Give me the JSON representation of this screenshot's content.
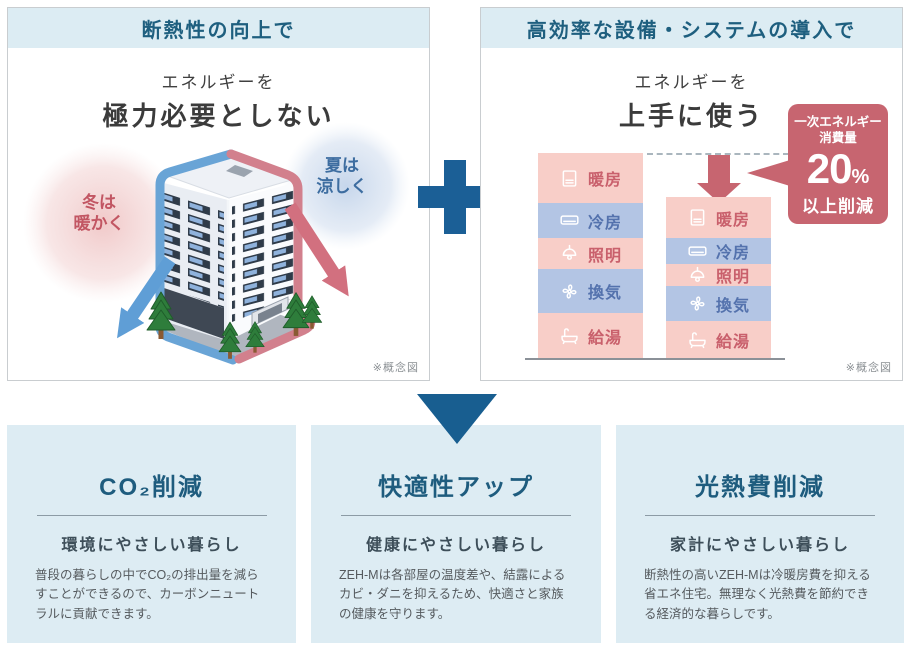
{
  "colors": {
    "accent_blue": "#1b5f96",
    "header_band_bg": "#dcecf3",
    "header_text": "#1e5f7f",
    "card_bg": "#ddecf3",
    "card_title": "#1e5c7e",
    "rose": "#c76570",
    "segment_pink": "#f8cec8",
    "segment_blue": "#b3c5e4",
    "segment_pink_text": "#c9606c",
    "segment_blue_text": "#5472ad",
    "winter_red": "#c25663",
    "summer_blue": "#3d6da0",
    "building_blue_outline": "#69a4d6",
    "building_red_outline": "#d2808d"
  },
  "top_left_panel": {
    "header": "断熱性の向上で",
    "subtitle_line1": "エネルギーを",
    "subtitle_line2": "極力必要としない",
    "winter": {
      "line1": "冬は",
      "line2": "暖かく"
    },
    "summer": {
      "line1": "夏は",
      "line2": "涼しく"
    },
    "note": "※概念図"
  },
  "top_right_panel": {
    "header": "高効率な設備・システムの導入で",
    "subtitle_line1": "エネルギーを",
    "subtitle_line2": "上手に使う",
    "note": "※概念図"
  },
  "chart_data": {
    "type": "bar",
    "stacked": true,
    "categories": [
      "暖房",
      "冷房",
      "照明",
      "換気",
      "給湯"
    ],
    "series": [
      {
        "name": "left-bar-before",
        "values": [
          50,
          35,
          31,
          44,
          45
        ]
      },
      {
        "name": "right-bar-after",
        "values": [
          41,
          26,
          22,
          35,
          37
        ]
      }
    ],
    "value_unit": "relative_height",
    "segment_colors": [
      "pink",
      "blue",
      "pink",
      "blue",
      "pink"
    ],
    "icons": [
      "heater-icon",
      "ac-icon",
      "light-icon",
      "fan-icon",
      "bath-icon"
    ],
    "annotation": {
      "line1": "一次エネルギー",
      "line2": "消費量",
      "value": "20",
      "unit": "%",
      "suffix": "以上削減"
    }
  },
  "benefit_cards": [
    {
      "title": "CO₂削減",
      "subtitle": "環境にやさしい暮らし",
      "body": "普段の暮らしの中でCO₂の排出量を減らすことができるので、カーボンニュートラルに貢献できます。"
    },
    {
      "title": "快適性アップ",
      "subtitle": "健康にやさしい暮らし",
      "body": "ZEH-Mは各部屋の温度差や、結露によるカビ・ダニを抑えるため、快適さと家族の健康を守ります。"
    },
    {
      "title": "光熱費削減",
      "subtitle": "家計にやさしい暮らし",
      "body": "断熱性の高いZEH-Mは冷暖房費を抑える省エネ住宅。無理なく光熱費を節約できる経済的な暮らしです。"
    }
  ]
}
